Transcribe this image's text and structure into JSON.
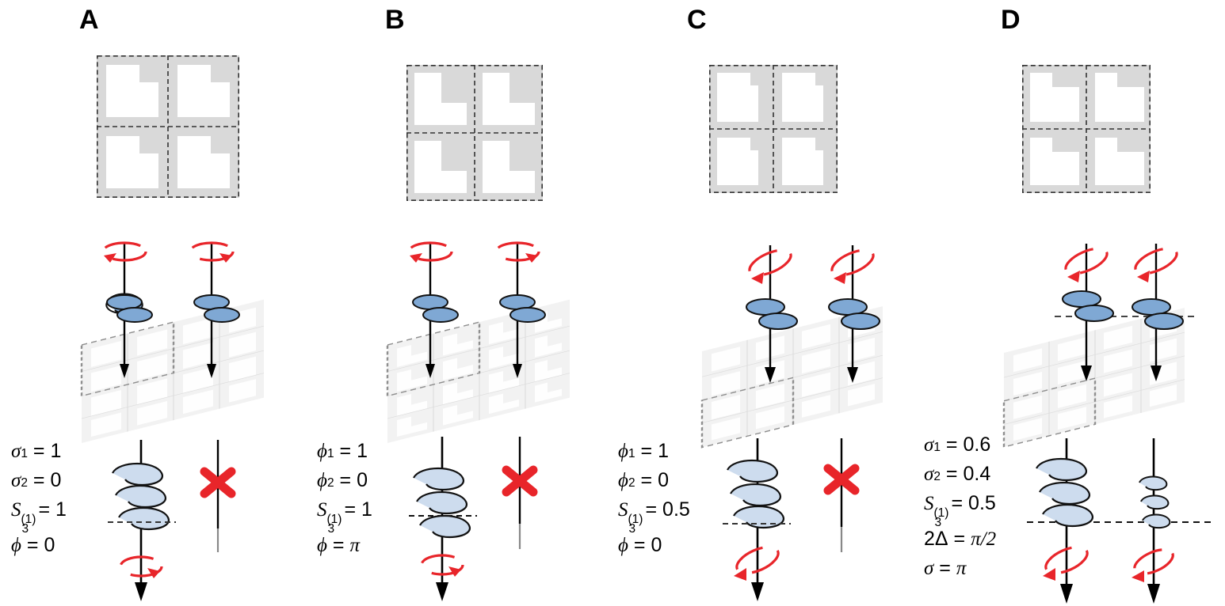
{
  "figure": {
    "type": "schematic-diagram",
    "description": "Four-panel schematic of metasurface unit cells, incident circular/elliptical polarization states and resulting transmitted beams",
    "background": "#ffffff",
    "colors": {
      "meta_fill": "#d9d9d9",
      "aperture_fill": "#ffffff",
      "dashed_border": "#333333",
      "wave_blue": "#7fa8d4",
      "wave_blue_light": "#cddcee",
      "arrow_red": "#e8252a",
      "axis_black": "#000000",
      "array_gray": "#cfcfcf"
    },
    "rows": [
      "unit-cell-array",
      "incident-beams-on-metasurface",
      "transmitted-beams-and-parameters"
    ]
  },
  "panels": [
    {
      "id": "A",
      "label": "A",
      "cell": {
        "orientation": "notch-top-right",
        "rows": 2,
        "cols": 2,
        "aperture_shape": "square-with-top-right-notch"
      },
      "incident": {
        "left_handedness": "counter-clockwise",
        "right_handedness": "clockwise",
        "polarization": "circular",
        "tilt": false,
        "dashed_reference_line": false
      },
      "output": {
        "left_beam": "helix-above-dashed-line",
        "left_rotation": "clockwise",
        "right_beam": "blocked",
        "right_marker": "red-x",
        "beams_active": 1,
        "amplitude_left": 1.0,
        "polarization": "circular"
      },
      "equations": [
        {
          "symbol": "σ",
          "sub": "1",
          "sup": "",
          "value": "1"
        },
        {
          "symbol": "σ",
          "sub": "2",
          "sup": "",
          "value": "0"
        },
        {
          "symbol": "S",
          "sub": "3",
          "sup": "(1)",
          "value": "1"
        },
        {
          "symbol": "ϕ",
          "sub": "",
          "sup": "",
          "value": "0"
        }
      ]
    },
    {
      "id": "B",
      "label": "B",
      "cell": {
        "orientation": "L-shape-bottom-left",
        "rows": 2,
        "cols": 2,
        "aperture_shape": "L-shaped"
      },
      "incident": {
        "left_handedness": "counter-clockwise",
        "right_handedness": "clockwise",
        "polarization": "circular",
        "tilt": false,
        "dashed_reference_line": false
      },
      "output": {
        "left_beam": "helix-crossing-dashed-line",
        "left_rotation": "clockwise",
        "right_beam": "blocked",
        "right_marker": "red-x",
        "beams_active": 1,
        "amplitude_left": 1.0,
        "polarization": "circular"
      },
      "equations": [
        {
          "symbol": "ϕ",
          "sub": "1",
          "sup": "",
          "value": "1"
        },
        {
          "symbol": "ϕ",
          "sub": "2",
          "sup": "",
          "value": "0"
        },
        {
          "symbol": "S",
          "sub": "3",
          "sup": "(1)",
          "value": "1"
        },
        {
          "symbol": "ϕ",
          "sub": "",
          "sup": "",
          "value": "π"
        }
      ]
    },
    {
      "id": "C",
      "label": "C",
      "cell": {
        "orientation": "narrow-notch-right",
        "rows": 2,
        "cols": 2,
        "aperture_shape": "square-with-small-right-notch"
      },
      "incident": {
        "left_handedness": "elliptical-tilted",
        "right_handedness": "elliptical-tilted",
        "polarization": "elliptical",
        "tilt": true,
        "dashed_reference_line": false
      },
      "output": {
        "left_beam": "helix-above-dashed-line",
        "left_rotation": "elliptical-tilted",
        "right_beam": "blocked",
        "right_marker": "red-x",
        "beams_active": 1,
        "amplitude_left": 1.0,
        "polarization": "elliptical"
      },
      "equations": [
        {
          "symbol": "ϕ",
          "sub": "1",
          "sup": "",
          "value": "1"
        },
        {
          "symbol": "ϕ",
          "sub": "2",
          "sup": "",
          "value": "0"
        },
        {
          "symbol": "S",
          "sub": "3",
          "sup": "(1)",
          "value": "0.5"
        },
        {
          "symbol": "ϕ",
          "sub": "",
          "sup": "",
          "value": "0"
        }
      ]
    },
    {
      "id": "D",
      "label": "D",
      "cell": {
        "orientation": "wide-notch-top-left",
        "rows": 2,
        "cols": 2,
        "aperture_shape": "square-with-top-left-notch"
      },
      "incident": {
        "left_handedness": "elliptical-tilted",
        "right_handedness": "elliptical-tilted",
        "polarization": "elliptical",
        "tilt": true,
        "dashed_reference_line": true
      },
      "output": {
        "left_beam": "large-amplitude-helix",
        "left_rotation": "elliptical-tilted",
        "right_beam": "small-amplitude-helix",
        "right_rotation": "elliptical-tilted",
        "right_marker": "none",
        "beams_active": 2,
        "amplitude_left": 1.0,
        "amplitude_right": 0.45,
        "polarization": "elliptical"
      },
      "equations": [
        {
          "symbol": "σ",
          "sub": "1",
          "sup": "",
          "value": "0.6"
        },
        {
          "symbol": "σ",
          "sub": "2",
          "sup": "",
          "value": "0.4"
        },
        {
          "symbol": "S",
          "sub": "3",
          "sup": "(1)",
          "value": "0.5"
        },
        {
          "symbol": "2Δ",
          "sub": "",
          "sup": "",
          "value": "π/2",
          "symbol_upright": true
        },
        {
          "symbol": "σ",
          "sub": "",
          "sup": "",
          "value": "π"
        }
      ]
    }
  ]
}
